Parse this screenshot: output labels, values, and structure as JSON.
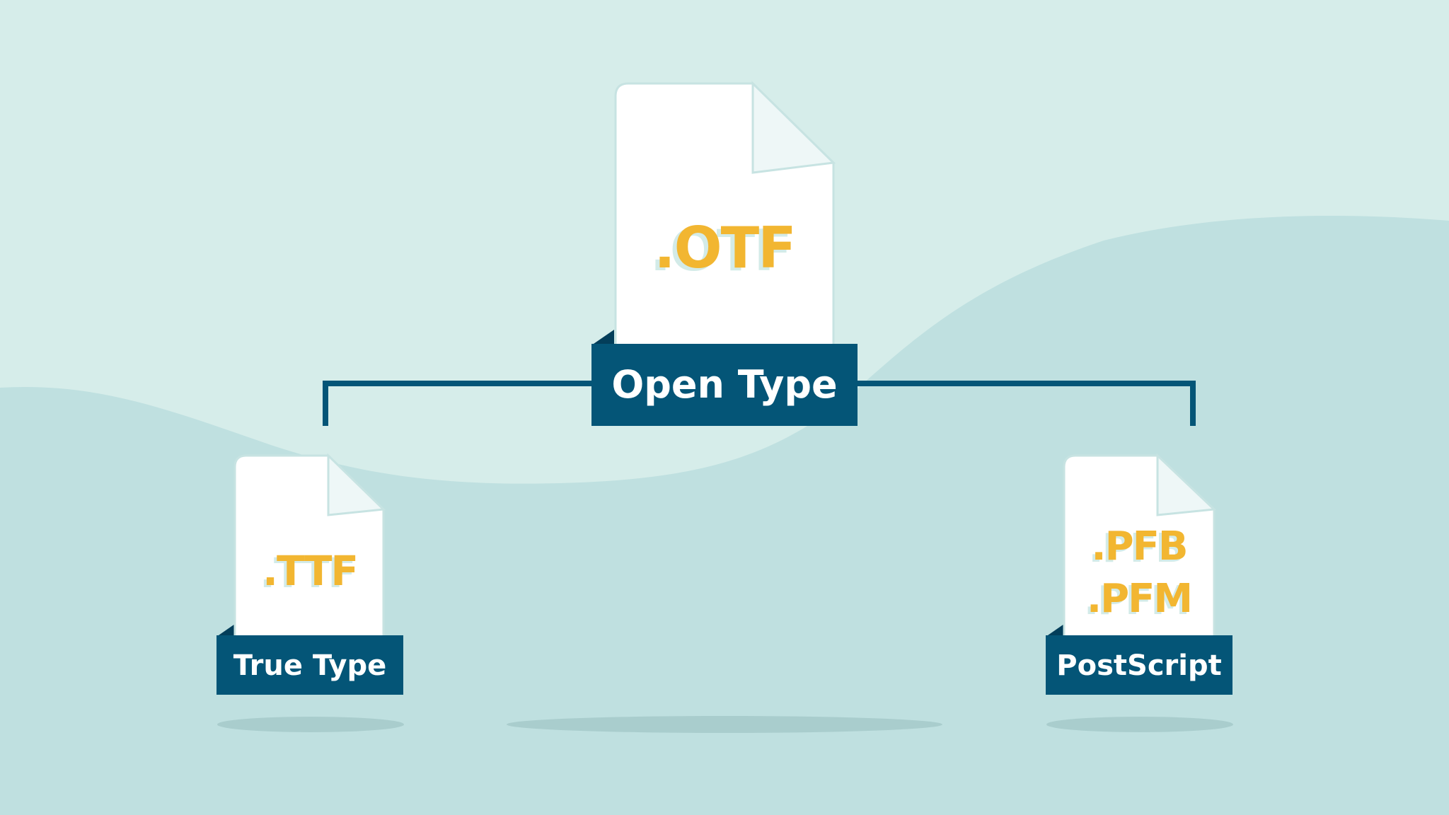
{
  "colors": {
    "background_light": "#d6edea",
    "background_wave": "#bfe0e0",
    "navy": "#045577",
    "navy_dark": "#033e5a",
    "file_page": "#ffffff",
    "file_outline": "#c7e3e2",
    "file_fold": "#eef7f7",
    "extension_text": "#f2b631",
    "extension_shadow": "#d3ebe8",
    "label_text": "#ffffff",
    "shadow": "#a9cdcd"
  },
  "diagram": {
    "root": {
      "label": "Open Type",
      "extensions": [
        ".OTF"
      ],
      "icon": "document-file-icon"
    },
    "children": [
      {
        "label": "True Type",
        "extensions": [
          ".TTF"
        ],
        "icon": "document-file-icon"
      },
      {
        "label": "PostScript",
        "extensions": [
          ".PFB",
          ".PFM"
        ],
        "icon": "document-file-icon"
      }
    ]
  }
}
